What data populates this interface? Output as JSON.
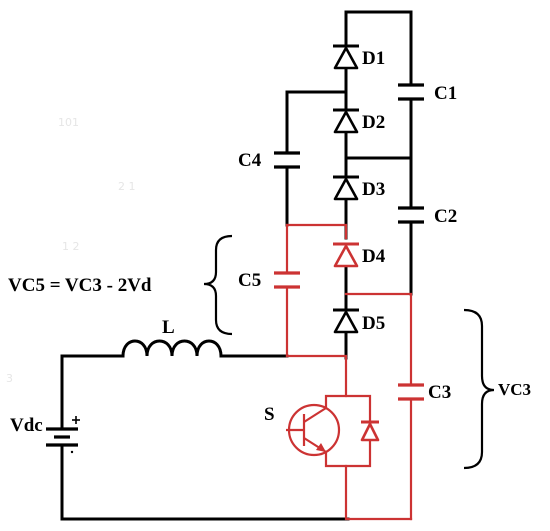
{
  "components": {
    "d1": "D1",
    "d2": "D2",
    "d3": "D3",
    "d4": "D4",
    "d5": "D5",
    "c1": "C1",
    "c2": "C2",
    "c3": "C3",
    "c4": "C4",
    "c5": "C5",
    "inductor": "L",
    "switch": "S",
    "source": "Vdc"
  },
  "annotations": {
    "vc5_equation": "VC5 = VC3 - 2Vd",
    "vc3_label": "VC3"
  },
  "colors": {
    "wire": "#000000",
    "highlight": "#cc3333",
    "background": "#ffffff"
  }
}
